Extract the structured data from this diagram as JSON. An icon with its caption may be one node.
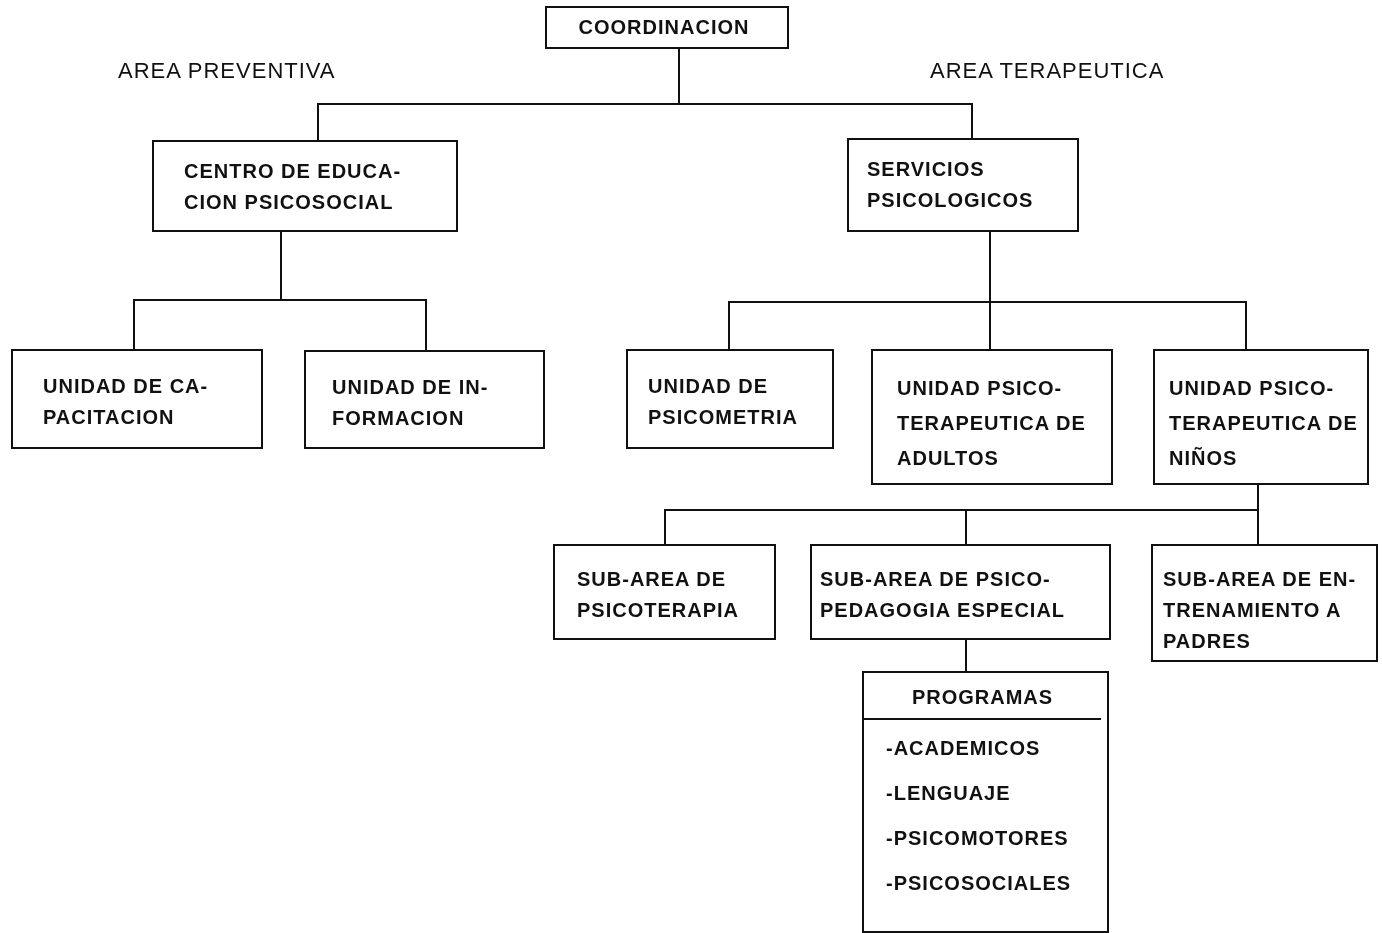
{
  "diagram": {
    "nodes": [
      {
        "text": [
          "COORDINACION"
        ]
      },
      {
        "text": [
          "CENTRO DE EDUCA- CION PSICOSOCIAL"
        ]
      },
      {
        "text": [
          "SERVICIOS PSICOLOGICOS"
        ]
      },
      {
        "text": [
          "UNIDAD DE CA- PACITACION"
        ]
      },
      {
        "text": [
          "UNIDAD DE IN- FORMACION"
        ]
      },
      {
        "text": [
          "UNIDAD DE PSICOMETRIA"
        ]
      },
      {
        "text": [
          "UNIDAD PSICO- TERAPEUTICA DE ADULTOS"
        ]
      },
      {
        "text": [
          "UNIDAD PSICO- TERAPEUTICA DE NIÑOS"
        ]
      },
      {
        "text": [
          "SUB-AREA DE PSICOTERAPIA"
        ]
      },
      {
        "text": [
          "SUB-AREA DE PSICO- PEDAGOGIA ESPECIAL"
        ]
      },
      {
        "text": [
          "SUB-AREA DE EN- TRENAMIENTO A PADRES"
        ]
      },
      {
        "text": [
          "PROGRAMAS",
          "-ACADEMICOS",
          "-LENGUAJE",
          "-PSICOMOTORES",
          "-PSICOSOCIALES"
        ]
      }
    ],
    "edges": [
      {
        "from": 0,
        "to": 1,
        "arrow": "none"
      },
      {
        "from": 0,
        "to": 2,
        "arrow": "none"
      },
      {
        "from": 1,
        "to": 3,
        "arrow": "none"
      },
      {
        "from": 1,
        "to": 4,
        "arrow": "none"
      },
      {
        "from": 2,
        "to": 5,
        "arrow": "none"
      },
      {
        "from": 2,
        "to": 6,
        "arrow": "none"
      },
      {
        "from": 2,
        "to": 7,
        "arrow": "none"
      },
      {
        "from": 7,
        "to": 8,
        "arrow": "none"
      },
      {
        "from": 7,
        "to": 9,
        "arrow": "none"
      },
      {
        "from": 7,
        "to": 10,
        "arrow": "none"
      },
      {
        "from": 9,
        "to": 11,
        "arrow": "none"
      }
    ],
    "labels": [
      "AREA PREVENTIVA",
      "AREA TERAPEUTICA"
    ]
  }
}
